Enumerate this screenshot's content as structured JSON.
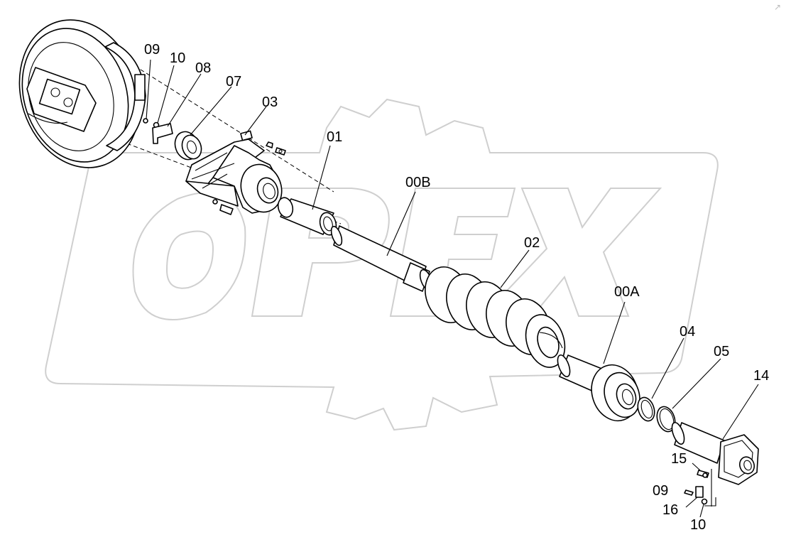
{
  "watermark": {
    "text": "OPEX"
  },
  "callouts": {
    "c09a": "09",
    "c10a": "10",
    "c08": "08",
    "c07": "07",
    "c03": "03",
    "c01": "01",
    "c00b": "00B",
    "c02": "02",
    "c00a": "00A",
    "c04": "04",
    "c05": "05",
    "c14": "14",
    "c15": "15",
    "c09b": "09",
    "c16": "16",
    "c10b": "10"
  }
}
